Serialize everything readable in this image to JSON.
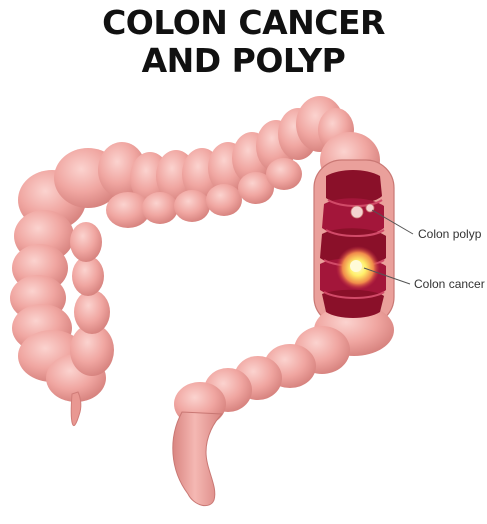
{
  "title": {
    "line1": "COLON CANCER",
    "line2": "AND POLYP"
  },
  "labels": {
    "polyp": "Colon polyp",
    "cancer": "Colon cancer"
  },
  "colors": {
    "colon_fill": "#f0a6a1",
    "colon_shadow": "#d98581",
    "colon_highlight": "#f9cbc6",
    "interior_dark": "#8a1029",
    "interior_mid": "#b8203f",
    "cancer_glow": "#fff06a",
    "polyp": "#f4d3d0"
  }
}
